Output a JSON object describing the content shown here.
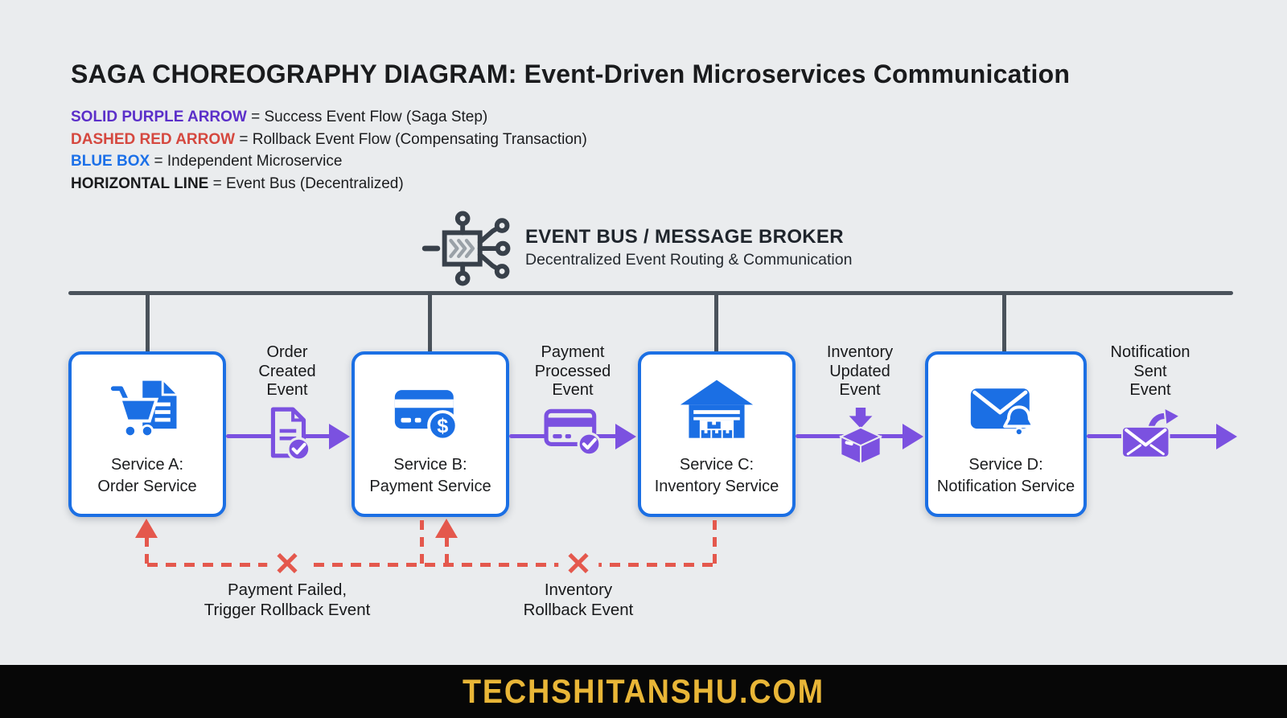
{
  "title": "SAGA CHOREOGRAPHY DIAGRAM: Event-Driven Microservices Communication",
  "legend": [
    {
      "term": "SOLID PURPLE ARROW",
      "color": "#5B2FC9",
      "rest": " = Success Event Flow (Saga Step)"
    },
    {
      "term": "DASHED RED ARROW",
      "color": "#D5483F",
      "rest": " = Rollback Event Flow (Compensating Transaction)"
    },
    {
      "term": "BLUE BOX",
      "color": "#1C70E8",
      "rest": " = Independent Microservice"
    },
    {
      "term": "HORIZONTAL LINE",
      "color": "#1B1C1E",
      "rest": " = Event Bus (Decentralized)"
    }
  ],
  "event_bus": {
    "title": "EVENT BUS / MESSAGE BROKER",
    "subtitle": "Decentralized Event Routing & Communication",
    "icon": "event-bus-pipeline-icon"
  },
  "services": [
    {
      "line1": "Service A:",
      "line2": "Order Service",
      "icon": "cart-document-icon"
    },
    {
      "line1": "Service B:",
      "line2": "Payment Service",
      "icon": "credit-card-dollar-icon"
    },
    {
      "line1": "Service C:",
      "line2": "Inventory Service",
      "icon": "warehouse-icon"
    },
    {
      "line1": "Service D:",
      "line2": "Notification Service",
      "icon": "envelope-bell-icon"
    }
  ],
  "success_events": [
    {
      "lines": [
        "Order",
        "Created",
        "Event"
      ],
      "icon": "document-check-icon"
    },
    {
      "lines": [
        "Payment",
        "Processed",
        "Event"
      ],
      "icon": "card-check-icon"
    },
    {
      "lines": [
        "Inventory",
        "Updated",
        "Event"
      ],
      "icon": "package-down-arrow-icon"
    },
    {
      "lines": [
        "Notification",
        "Sent",
        "Event"
      ],
      "icon": "envelope-send-icon"
    }
  ],
  "rollback_events": [
    {
      "lines": [
        "Payment Failed,",
        "Trigger Rollback Event"
      ],
      "x_mark": "✕"
    },
    {
      "lines": [
        "Inventory",
        "Rollback Event"
      ],
      "x_mark": "✕"
    }
  ],
  "colors": {
    "background": "#EAECEE",
    "service_border_blue": "#1B6FE4",
    "success_purple": "#7B51E0",
    "rollback_red": "#E4584D",
    "bus_gray": "#4A525B",
    "footer_gold": "#E9B637",
    "footer_black": "#070707"
  },
  "footer": {
    "text": "TECHSHITANSHU.COM"
  }
}
